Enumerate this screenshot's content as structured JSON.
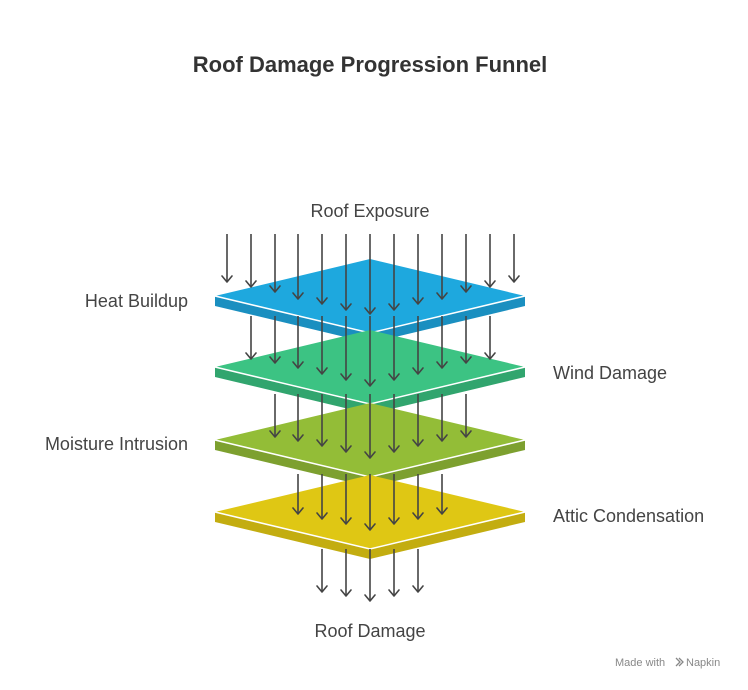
{
  "diagram": {
    "title": "Roof Damage Progression Funnel",
    "input_label": "Roof Exposure",
    "output_label": "Roof Damage",
    "layers": [
      {
        "label": "Heat Buildup",
        "color": "#1ea8de",
        "side_color": "#1a8fc0",
        "label_side": "left"
      },
      {
        "label": "Wind Damage",
        "color": "#3cc383",
        "side_color": "#31a56e",
        "label_side": "right"
      },
      {
        "label": "Moisture Intrusion",
        "color": "#93bd37",
        "side_color": "#7da02f",
        "label_side": "left"
      },
      {
        "label": "Attic Condensation",
        "color": "#dfc714",
        "side_color": "#c3ad10",
        "label_side": "right"
      }
    ]
  },
  "footer": {
    "credit_prefix": "Made with",
    "brand": "Napkin"
  }
}
